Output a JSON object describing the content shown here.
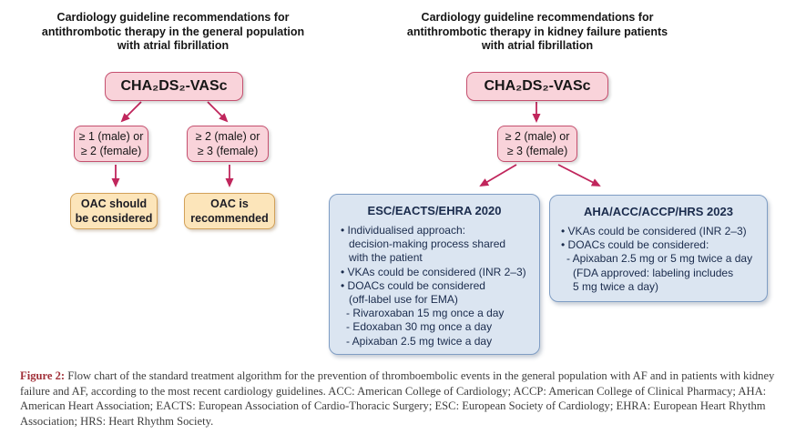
{
  "left_panel": {
    "title_lines": [
      "Cardiology guideline recommendations for",
      "antithrombotic therapy in the general population",
      "with atrial fibrillation"
    ],
    "score_label": "CHA₂DS₂-VASc",
    "branch1_lines": [
      "≥ 1 (male) or",
      "≥ 2 (female)"
    ],
    "branch2_lines": [
      "≥ 2 (male) or",
      "≥ 3 (female)"
    ],
    "outcome1_lines": [
      "OAC should",
      "be considered"
    ],
    "outcome2_lines": [
      "OAC is",
      "recommended"
    ]
  },
  "right_panel": {
    "title_lines": [
      "Cardiology guideline recommendations for",
      "antithrombotic therapy in kidney failure patients",
      "with atrial fibrillation"
    ],
    "score_label": "CHA₂DS₂-VASc",
    "branch_lines": [
      "≥ 2 (male) or",
      "≥ 3 (female)"
    ],
    "esc_box": {
      "title": "ESC/EACTS/EHRA 2020",
      "lines": [
        "• Individualised approach:",
        "decision-making process shared",
        "with the patient",
        "• VKAs could be considered (INR 2–3)",
        "• DOACs could be considered",
        "(off-label use for EMA)",
        "- Rivaroxaban 15 mg once a day",
        "- Edoxaban 30 mg once a day",
        "- Apixaban 2.5 mg twice a day"
      ]
    },
    "aha_box": {
      "title": "AHA/ACC/ACCP/HRS 2023",
      "lines": [
        "• VKAs could be considered (INR 2–3)",
        "• DOACs could be considered:",
        "- Apixaban 2.5 mg or 5 mg twice a day",
        "(FDA approved: labeling includes",
        "5 mg twice a day)"
      ]
    }
  },
  "caption": {
    "label": "Figure 2:",
    "text": "Flow chart of the standard treatment algorithm for the prevention of thromboembolic events in the general population with AF and in patients with kidney failure and AF, according to the most recent cardiology guidelines. ACC: American College of Cardiology; ACCP: American College of Clinical Pharmacy; AHA: American Heart Association; EACTS: European Association of Cardio-Thoracic Surgery; ESC: European Society of Cardiology; EHRA: European Heart Rhythm Association; HRS: Heart Rhythm Society."
  },
  "colors": {
    "arrow": "#c0265c",
    "pink_fill": "#f9d3da",
    "pink_border": "#c5506f",
    "orange_fill": "#fce5ba",
    "orange_border": "#d2a159",
    "blue_fill": "#dbe5f1",
    "blue_border": "#7f9dc4",
    "navy_text": "#1a2b4c",
    "figure_label": "#a13039",
    "caption_text": "#3c3c3c"
  }
}
